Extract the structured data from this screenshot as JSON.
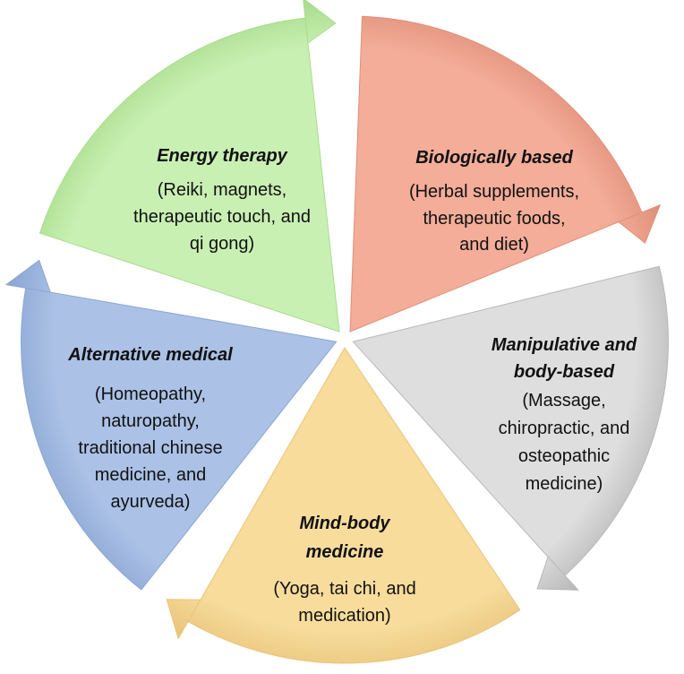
{
  "segments": [
    {
      "id": "energy",
      "title": [
        "Energy therapy"
      ],
      "lines": [
        "(Reiki, magnets,",
        "therapeutic touch, and",
        "qi gong)"
      ],
      "color": "#c9f0b3",
      "edge": "#a8dc8c"
    },
    {
      "id": "biological",
      "title": [
        "Biologically based"
      ],
      "lines": [
        "(Herbal supplements,",
        "therapeutic foods,",
        "and diet)"
      ],
      "color": "#f3ad99",
      "edge": "#e08f78"
    },
    {
      "id": "manipulative",
      "title": [
        "Manipulative and",
        "body-based"
      ],
      "lines": [
        "(Massage,",
        "chiropractic, and",
        "osteopathic",
        "medicine)"
      ],
      "color": "#dedede",
      "edge": "#b8b8b8"
    },
    {
      "id": "mindbody",
      "title": [
        "Mind-body",
        "medicine"
      ],
      "lines": [
        "(Yoga, tai chi, and",
        "medication)"
      ],
      "color": "#f7dc9c",
      "edge": "#e8c47a"
    },
    {
      "id": "alternative",
      "title": [
        "Alternative medical"
      ],
      "lines": [
        "(Homeopathy,",
        "naturopathy,",
        "traditional chinese",
        "medicine, and",
        "ayurveda)"
      ],
      "color": "#abc1e6",
      "edge": "#8aa6d3"
    }
  ]
}
